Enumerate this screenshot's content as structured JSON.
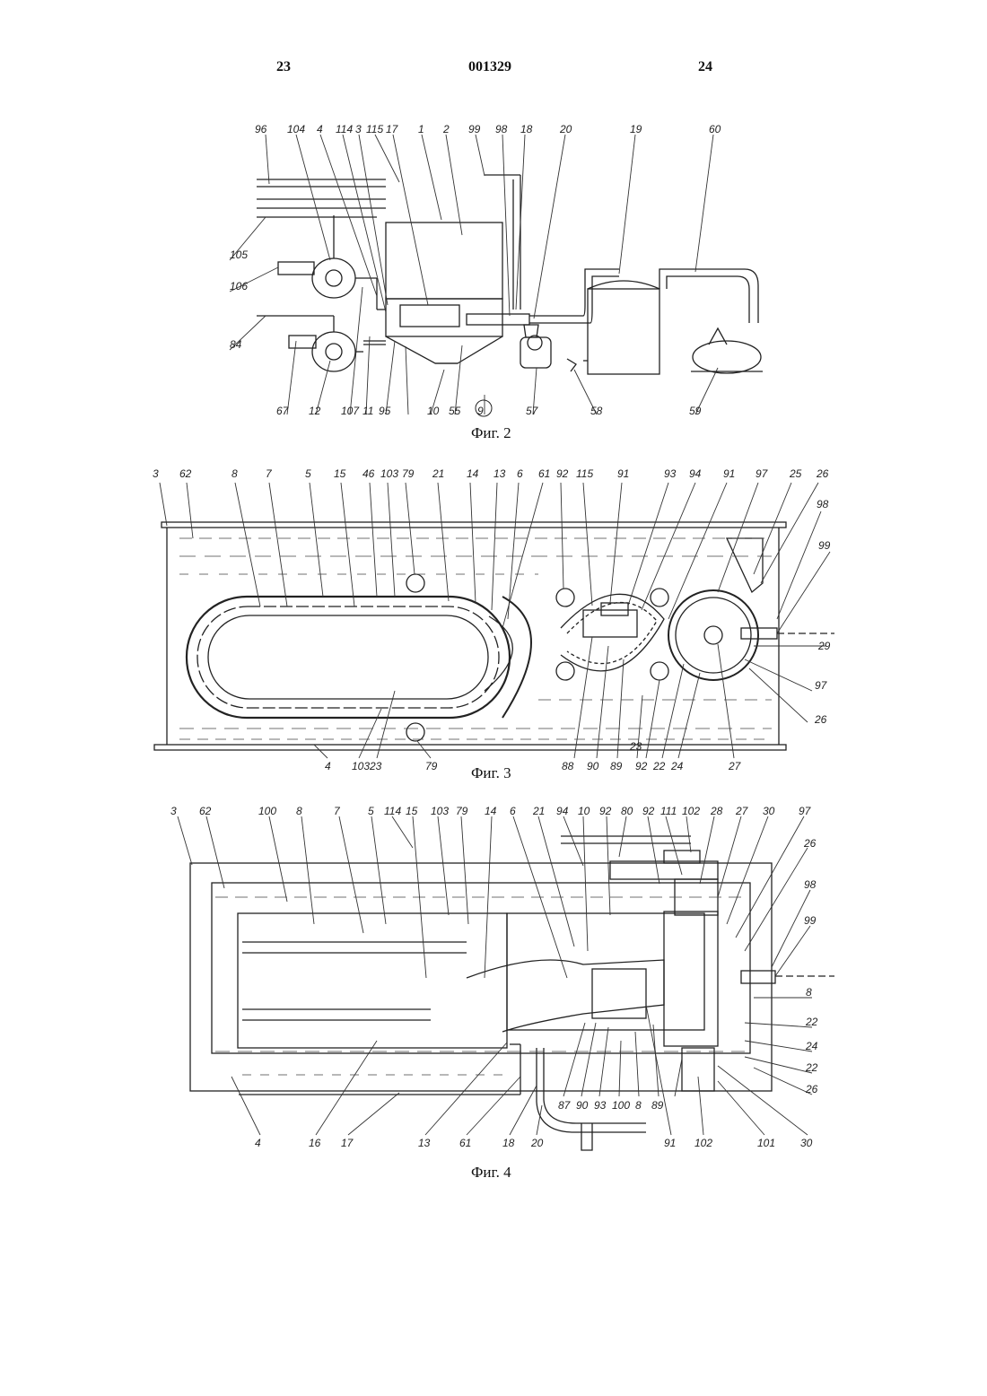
{
  "header": {
    "left_page": "23",
    "doc_number": "001329",
    "right_page": "24"
  },
  "figures": [
    {
      "caption": "Фиг. 2",
      "labels_top": [
        "96",
        "104",
        "4",
        "114",
        "3",
        "115",
        "17",
        "1",
        "2",
        "99",
        "98",
        "18",
        "20",
        "19",
        "60"
      ],
      "labels_left": [
        "105",
        "106",
        "84"
      ],
      "labels_bottom": [
        "67",
        "12",
        "107",
        "11",
        "95",
        "10",
        "55",
        "9",
        "57",
        "58",
        "59"
      ]
    },
    {
      "caption": "Фиг. 3",
      "labels_top": [
        "3",
        "62",
        "8",
        "7",
        "5",
        "15",
        "46",
        "103",
        "79",
        "21",
        "14",
        "13",
        "6",
        "61",
        "92",
        "115",
        "91",
        "93",
        "94",
        "91",
        "97",
        "25",
        "26"
      ],
      "labels_right": [
        "98",
        "99",
        "29",
        "97",
        "26"
      ],
      "labels_bottom": [
        "4",
        "103",
        "23",
        "79",
        "88",
        "90",
        "89",
        "23",
        "92",
        "22",
        "24",
        "27"
      ]
    },
    {
      "caption": "Фиг. 4",
      "labels_top": [
        "3",
        "62",
        "100",
        "8",
        "7",
        "5",
        "114",
        "15",
        "103",
        "79",
        "14",
        "6",
        "21",
        "94",
        "10",
        "92",
        "80",
        "92",
        "111",
        "102",
        "28",
        "27",
        "30",
        "97"
      ],
      "labels_right": [
        "26",
        "98",
        "99",
        "8",
        "22",
        "24",
        "22",
        "26"
      ],
      "labels_bottom": [
        "4",
        "16",
        "17",
        "13",
        "61",
        "18",
        "20",
        "87",
        "90",
        "93",
        "100",
        "8",
        "89",
        "91",
        "102",
        "101",
        "30"
      ]
    }
  ]
}
